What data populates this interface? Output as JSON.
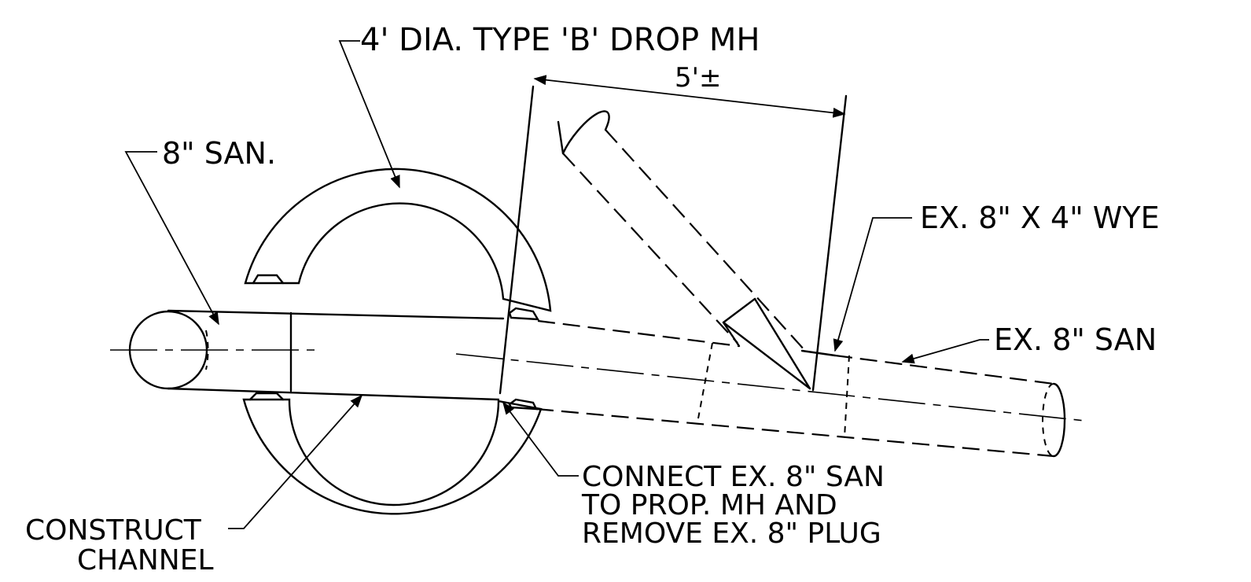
{
  "labels": {
    "manhole": "4' DIA. TYPE 'B' DROP MH",
    "dimension": "5'±",
    "san_in": "8\" SAN.",
    "wye": "EX. 8\" X 4\" WYE",
    "ex_san": "EX. 8\" SAN",
    "connect_line1": "CONNECT EX. 8\" SAN",
    "connect_line2": "TO PROP. MH AND",
    "connect_line3": "REMOVE EX. 8\" PLUG",
    "construct_line1": "CONSTRUCT",
    "construct_line2": "CHANNEL"
  }
}
